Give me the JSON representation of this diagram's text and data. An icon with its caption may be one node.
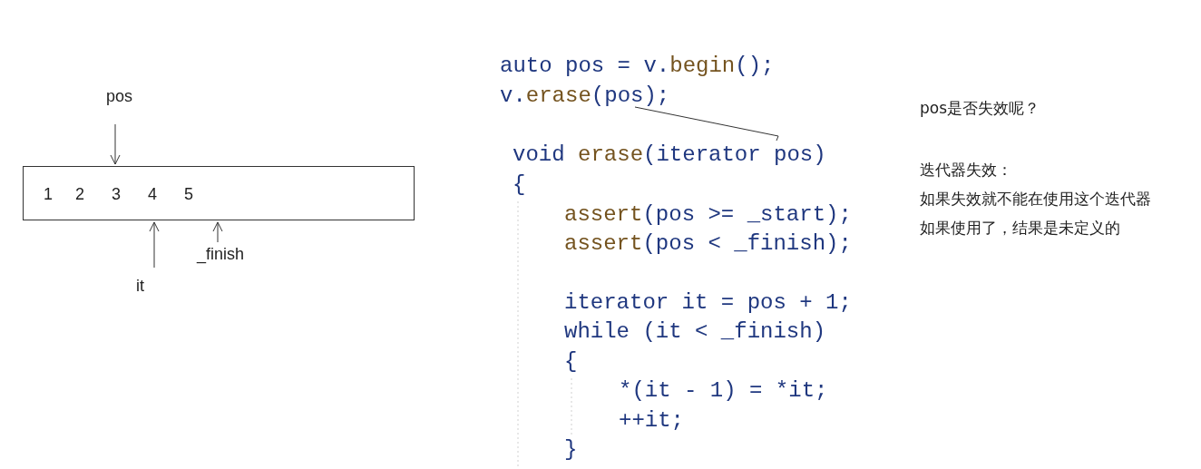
{
  "diagram": {
    "nodes": [
      {
        "text": [
          "1",
          "2",
          "3",
          "4",
          "5"
        ]
      },
      {
        "text": [
          "pos"
        ]
      },
      {
        "text": [
          "it"
        ]
      },
      {
        "text": [
          "_finish"
        ]
      },
      {
        "text": [
          "v.erase(pos);"
        ]
      },
      {
        "text": [
          "void erase(iterator pos)"
        ]
      }
    ],
    "edges": [
      {
        "from": 1,
        "to": 0,
        "arrow": "to"
      },
      {
        "from": 2,
        "to": 0,
        "arrow": "to"
      },
      {
        "from": 3,
        "to": 0,
        "arrow": "to"
      },
      {
        "from": 4,
        "to": 5,
        "arrow": "none"
      }
    ],
    "labels": [
      "auto pos = v.begin();",
      "{",
      "assert(pos >= _start);",
      "assert(pos < _finish);",
      "iterator it = pos + 1;",
      "while (it < _finish)",
      "{",
      "*(it - 1) = *it;",
      "++it;",
      "}",
      "pos是否失效呢？",
      "迭代器失效：",
      "如果失效就不能在使用这个迭代器",
      "如果使用了，结果是未定义的"
    ]
  }
}
